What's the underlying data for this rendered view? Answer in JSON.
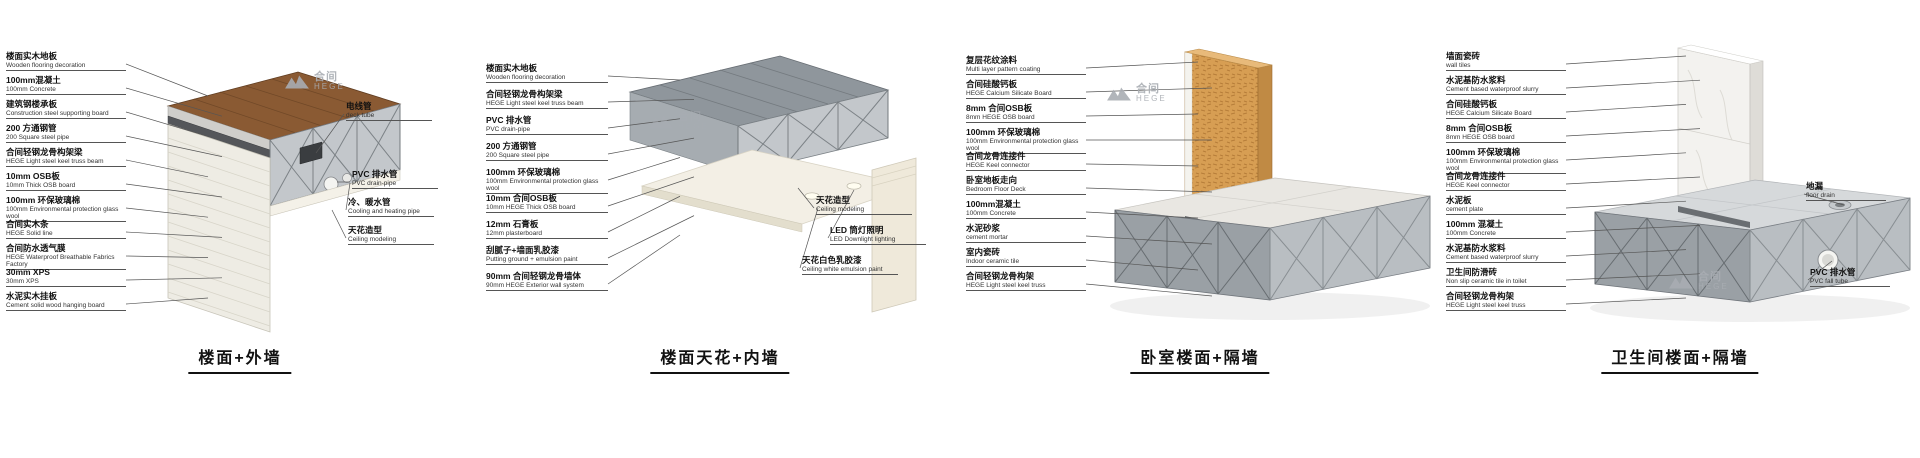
{
  "brand": {
    "zh": "合间",
    "en": "HEGE",
    "color": "#a9adb3"
  },
  "panels": [
    {
      "id": "floor-exterior-wall",
      "title": "楼面+外墙",
      "left_labels": [
        {
          "zh": "楼面实木地板",
          "en": "Wooden flooring decoration"
        },
        {
          "zh": "100mm混凝土",
          "en": "100mm Concrete"
        },
        {
          "zh": "建筑钢楼承板",
          "en": "Construction steel supporting board"
        },
        {
          "zh": "200 方通钢管",
          "en": "200 Square steel pipe"
        },
        {
          "zh": "合间轻钢龙骨构架梁",
          "en": "HEGE Light steel keel truss beam"
        },
        {
          "zh": "10mm OSB板",
          "en": "10mm Thick OSB board"
        },
        {
          "zh": "100mm 环保玻璃棉",
          "en": "100mm Environmental protection glass wool"
        },
        {
          "zh": "合间实木条",
          "en": "HEGE Solid line"
        },
        {
          "zh": "合间防水透气膜",
          "en": "HEGE Waterproof Breathable Fabrics Factory"
        },
        {
          "zh": "30mm XPS",
          "en": "30mm XPS"
        },
        {
          "zh": "水泥实木挂板",
          "en": "Cement solid wood hanging board"
        }
      ],
      "right_labels": [
        {
          "zh": "电线管",
          "en": "deck tube"
        },
        {
          "zh": "PVC 排水管",
          "en": "PVC drain-pipe"
        },
        {
          "zh": "冷、暖水管",
          "en": "Cooling and heating pipe"
        },
        {
          "zh": "天花造型",
          "en": "Ceiling modeling"
        }
      ]
    },
    {
      "id": "floor-ceiling-interior-wall",
      "title": "楼面天花+内墙",
      "left_labels": [
        {
          "zh": "楼面实木地板",
          "en": "Wooden flooring decoration"
        },
        {
          "zh": "合间轻钢龙骨构架梁",
          "en": "HEGE Light steel keel truss beam"
        },
        {
          "zh": "PVC 排水管",
          "en": "PVC drain-pipe"
        },
        {
          "zh": "200 方通钢管",
          "en": "200 Square steel pipe"
        },
        {
          "zh": "100mm 环保玻璃棉",
          "en": "100mm Environmental protection glass wool"
        },
        {
          "zh": "10mm 合间OSB板",
          "en": "10mm HEGE Thick OSB board"
        },
        {
          "zh": "12mm 石膏板",
          "en": "12mm plasterboard"
        },
        {
          "zh": "刮腻子+墙面乳胶漆",
          "en": "Putting ground + emulsion paint"
        },
        {
          "zh": "90mm 合间轻钢龙骨墙体",
          "en": "90mm HEGE Exterior wall system"
        }
      ],
      "right_labels": [
        {
          "zh": "天花造型",
          "en": "Ceiling modeling"
        },
        {
          "zh": "LED 筒灯照明",
          "en": "LED Downlight lighting"
        },
        {
          "zh": "天花白色乳胶漆",
          "en": "Ceiling white emulsion paint"
        }
      ]
    },
    {
      "id": "bedroom-floor-partition-wall",
      "title": "卧室楼面+隔墙",
      "left_labels": [
        {
          "zh": "复层花纹涂料",
          "en": "Multi layer pattern coating"
        },
        {
          "zh": "合间硅酸钙板",
          "en": "HEGE Calcium Silicate Board"
        },
        {
          "zh": "8mm 合间OSB板",
          "en": "8mm HEGE OSB board"
        },
        {
          "zh": "100mm 环保玻璃棉",
          "en": "100mm Environmental protection glass wool"
        },
        {
          "zh": "合间龙骨连接件",
          "en": "HEGE Keel connector"
        },
        {
          "zh": "卧室地板走向",
          "en": "Bedroom Floor Deck"
        },
        {
          "zh": "100mm混凝土",
          "en": "100mm Concrete"
        },
        {
          "zh": "水泥砂浆",
          "en": "cement mortar"
        },
        {
          "zh": "室内瓷砖",
          "en": "Indoor ceramic tile"
        },
        {
          "zh": "合间轻钢龙骨构架",
          "en": "HEGE Light steel keel truss"
        }
      ],
      "right_labels": []
    },
    {
      "id": "toilet-floor-partition-wall",
      "title": "卫生间楼面+隔墙",
      "left_labels": [
        {
          "zh": "墙面瓷砖",
          "en": "wall tiles"
        },
        {
          "zh": "水泥基防水浆料",
          "en": "Cement based waterproof slurry"
        },
        {
          "zh": "合间硅酸钙板",
          "en": "HEGE Calcium Silicate Board"
        },
        {
          "zh": "8mm 合间OSB板",
          "en": "8mm HEGE OSB board"
        },
        {
          "zh": "100mm 环保玻璃棉",
          "en": "100mm Environmental protection glass wool"
        },
        {
          "zh": "合间龙骨连接件",
          "en": "HEGE Keel connector"
        },
        {
          "zh": "水泥板",
          "en": "cement plate"
        },
        {
          "zh": "100mm 混凝土",
          "en": "100mm Concrete"
        },
        {
          "zh": "水泥基防水浆料",
          "en": "Cement based waterproof slurry"
        },
        {
          "zh": "卫生间防滑砖",
          "en": "Non slip ceramic tile in toilet"
        },
        {
          "zh": "合间轻钢龙骨构架",
          "en": "HEGE Light steel keel truss"
        }
      ],
      "right_labels": [
        {
          "zh": "地漏",
          "en": "floor drain"
        },
        {
          "zh": "PVC 排水管",
          "en": "PVC fall tube"
        }
      ]
    }
  ]
}
